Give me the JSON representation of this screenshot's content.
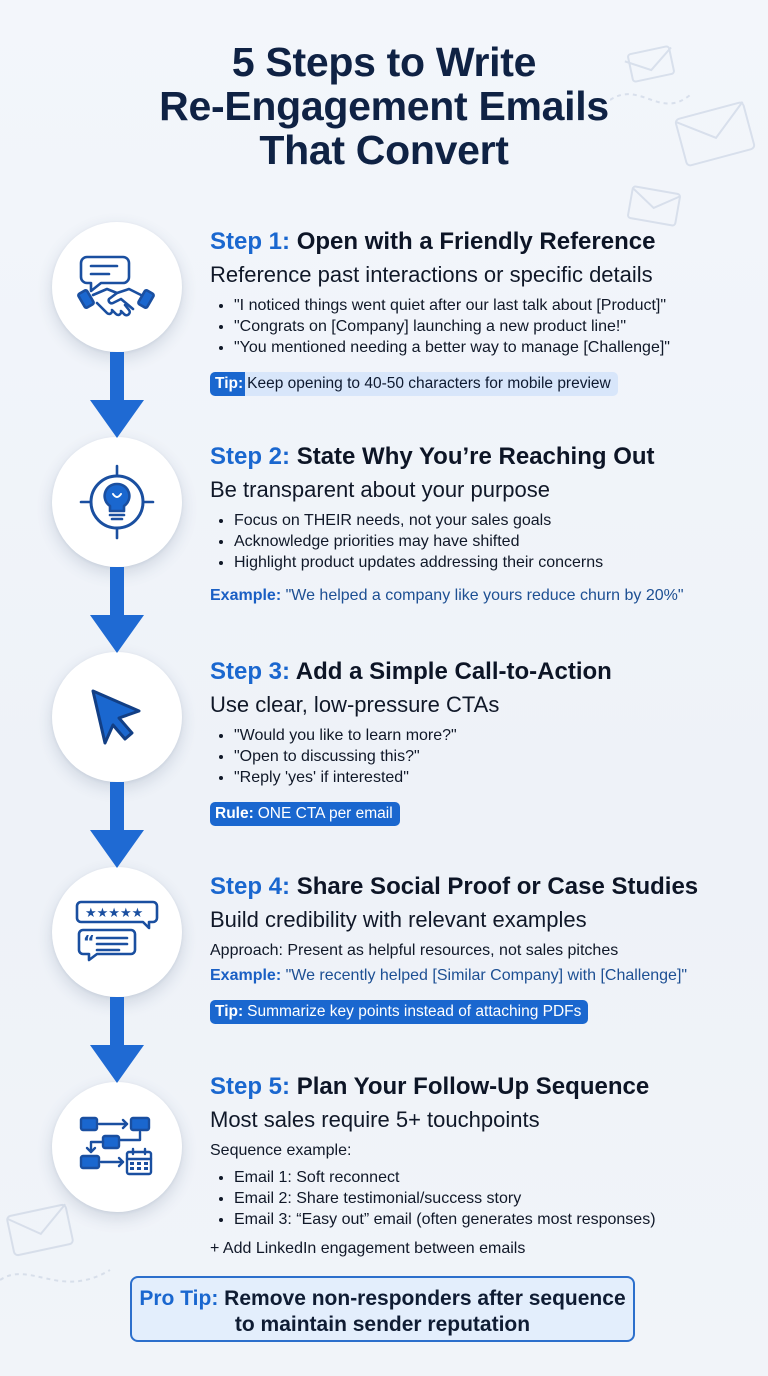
{
  "title": {
    "line1": "5 Steps to Write",
    "line2": "Re-Engagement Emails",
    "line3": "That Convert"
  },
  "colors": {
    "accent": "#1a67cf",
    "title": "#0f2244",
    "tag_bg": "#d8e6fa"
  },
  "steps": [
    {
      "num": "Step 1:",
      "heading": "Open with a Friendly Reference",
      "subtitle": "Reference past interactions or specific details",
      "icon": "chat-handshake-icon",
      "bullets": [
        "\"I noticed things went quiet after our last talk about [Product]\"",
        "\"Congrats on [Company] launching a new product line!\"",
        "\"You mentioned needing a better way to manage [Challenge]\""
      ],
      "tag_key": "Tip:",
      "tag_value": "Keep opening to 40-50 characters for mobile preview"
    },
    {
      "num": "Step 2:",
      "heading": "State Why You’re Reaching Out",
      "subtitle": "Be transparent about your purpose",
      "icon": "lightbulb-target-icon",
      "bullets": [
        "Focus on THEIR needs, not your sales goals",
        "Acknowledge priorities may have shifted",
        "Highlight product updates addressing their concerns"
      ],
      "example_key": "Example:",
      "example_value": "\"We helped a company like yours reduce churn by 20%\""
    },
    {
      "num": "Step 3:",
      "heading": "Add a Simple Call-to-Action",
      "subtitle": "Use clear, low-pressure CTAs",
      "icon": "cursor-arrow-icon",
      "bullets": [
        "\"Would you like to learn more?\"",
        "\"Open to discussing this?\"",
        "\"Reply 'yes' if interested\""
      ],
      "tag_key": "Rule:",
      "tag_value": "ONE CTA per email"
    },
    {
      "num": "Step 4:",
      "heading": "Share Social Proof or Case Studies",
      "subtitle": "Build credibility with relevant examples",
      "icon": "reviews-chat-icon",
      "approach": "Approach: Present as helpful resources, not sales pitches",
      "example_key": "Example:",
      "example_value": "\"We recently helped [Similar Company] with [Challenge]\"",
      "tag_key": "Tip:",
      "tag_value": "Summarize key points instead of attaching PDFs"
    },
    {
      "num": "Step 5:",
      "heading": "Plan Your Follow-Up Sequence",
      "subtitle": "Most sales require 5+ touchpoints",
      "icon": "workflow-calendar-icon",
      "intro": "Sequence example:",
      "bullets": [
        "Email 1: Soft reconnect",
        "Email 2: Share testimonial/success story",
        "Email 3: “Easy out” email (often generates most responses)"
      ],
      "extra": "+ Add LinkedIn engagement between emails"
    }
  ],
  "pro_tip": {
    "key": "Pro Tip:",
    "line1": "Remove non-responders after sequence",
    "line2": "to maintain sender reputation"
  }
}
